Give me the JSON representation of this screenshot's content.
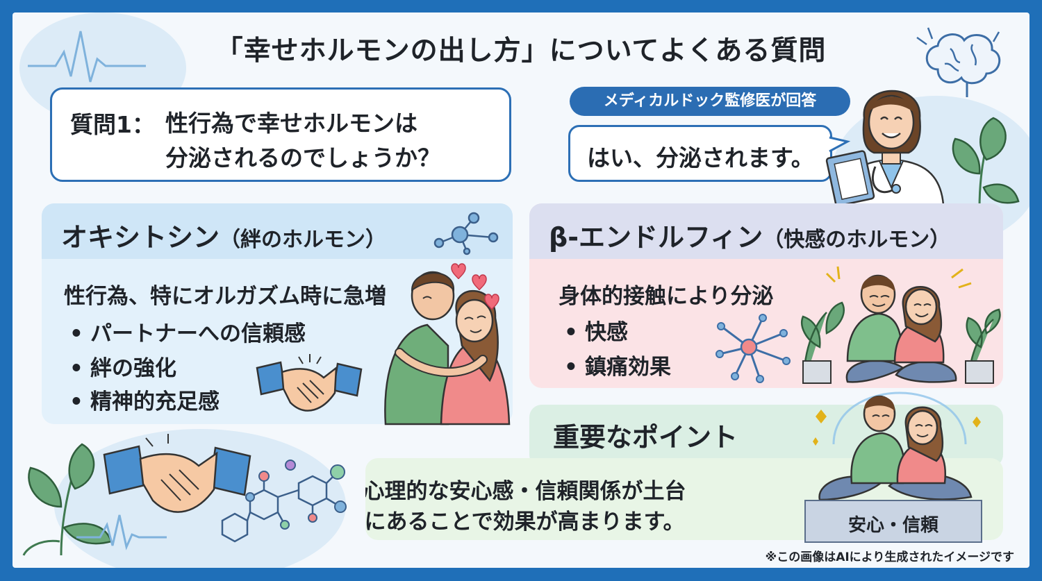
{
  "title": "「幸せホルモンの出し方」についてよくある質問",
  "question": {
    "label": "質問1：",
    "line1": "性行為で幸せホルモンは",
    "line2": "分泌されるのでしょうか？"
  },
  "answer": {
    "badge": "メディカルドック監修医が回答",
    "text": "はい、分泌されます。"
  },
  "oxytocin": {
    "title": "オキシトシン",
    "subtitle": "（絆のホルモン）",
    "lead": "性行為、特にオルガズム時に急増",
    "bullets": [
      "パートナーへの信頼感",
      "絆の強化",
      "精神的充足感"
    ]
  },
  "endorphin": {
    "title": "β-エンドルフィン",
    "subtitle": "（快感のホルモン）",
    "lead": "身体的接触により分泌",
    "bullets": [
      "快感",
      "鎮痛効果"
    ]
  },
  "important": {
    "title": "重要なポイント",
    "line1": "心理的な安心感・信頼関係が土台",
    "line2": "にあることで効果が高まります。",
    "plate": "安心・信頼"
  },
  "footnote": "※この画像はAIにより生成されたイメージです",
  "colors": {
    "frame": "#1f6fb8",
    "accent_blue": "#2b6db3",
    "oxytocin_head": "#cfe6f7",
    "oxytocin_body": "#e3f1fb",
    "endorphin_head": "#dcdff0",
    "endorphin_body": "#fbe3e6",
    "important_head": "#dbefe4",
    "important_body": "#e8f5e6"
  }
}
